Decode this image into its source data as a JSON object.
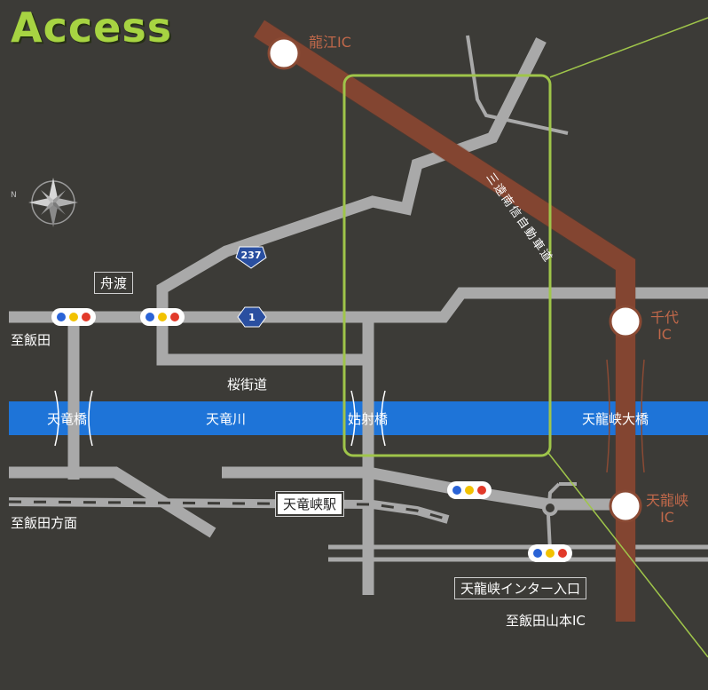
{
  "title": "Access",
  "expressway": {
    "name": "三遠南信自動車道",
    "color": "#8a4a34"
  },
  "interchanges": [
    {
      "id": "tatsue",
      "label": "龍江IC"
    },
    {
      "id": "chiyo",
      "label_line1": "千代",
      "label_line2": "IC"
    },
    {
      "id": "tenryukyo",
      "label_line1": "天龍峡",
      "label_line2": "IC"
    }
  ],
  "route_badges": {
    "national": "237",
    "prefectural": "1"
  },
  "labels": {
    "funato": "舟渡",
    "to_iida": "至飯田",
    "sakura_kaido": "桜街道",
    "tenryu_river": "天竜川",
    "tenryu_bridge": "天竜橋",
    "kashiwai_bridge": "姑射橋",
    "tenryukyo_bridge": "天龍峡大橋",
    "to_iida_direction": "至飯田方面",
    "station": "天竜峡駅",
    "ic_entrance": "天龍峡インター入口",
    "to_yamamoto_ic": "至飯田山本IC"
  },
  "colors": {
    "background": "#3c3b37",
    "road": "#a9a9a9",
    "river": "#1e74d8",
    "highlight_frame": "#9fc54a",
    "title": "#a7d442",
    "national_route": "#2a4fa0"
  }
}
